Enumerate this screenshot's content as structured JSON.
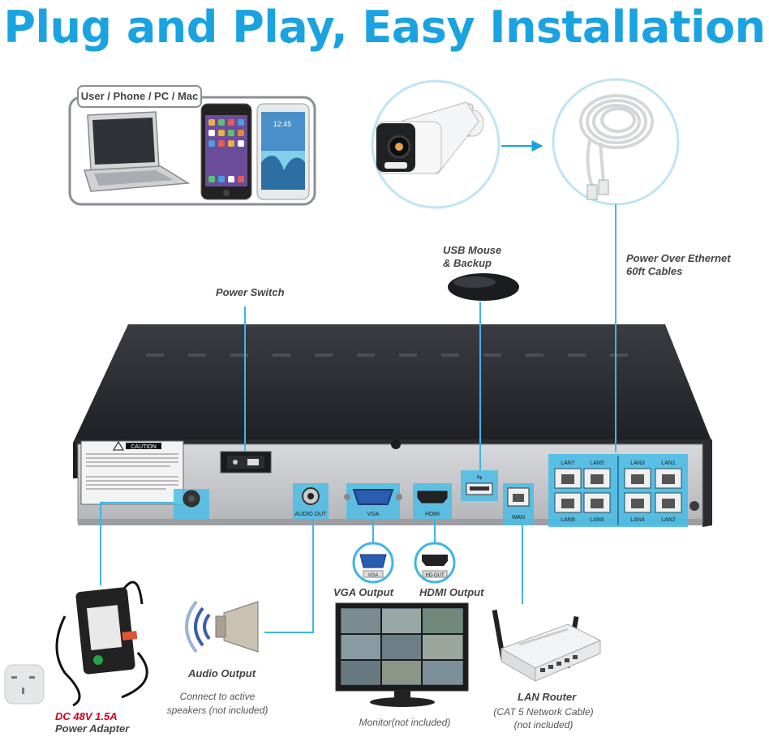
{
  "title": "Plug and Play, Easy Installation",
  "colors": {
    "accent": "#1aa3e0",
    "highlight": "#4bbde6",
    "nvr_body": "#2b2d33",
    "panel": "#c9cbcf",
    "warning_red": "#d0021b"
  },
  "devices_box": {
    "label": "User / Phone / PC / Mac",
    "phone_time": "12:45"
  },
  "labels": {
    "power_switch": "Power Switch",
    "usb_line1": "USB Mouse",
    "usb_line2": "& Backup",
    "poe_line1": "Power Over Ethernet",
    "poe_line2": "60ft Cables",
    "vga_output": "VGA Output",
    "hdmi_output": "HDMI Output",
    "audio_output": "Audio Output",
    "audio_sub_line1": "Connect to active",
    "audio_sub_line2": "speakers (not included)",
    "monitor": "Monitor(not included)",
    "lan_router": "LAN Router",
    "lan_sub_line1": "(CAT 5 Network Cable)",
    "lan_sub_line2": "(not included)",
    "power_spec": "DC 48V 1.5A",
    "power_adapter": "Power Adapter"
  },
  "ports": {
    "audio_out": "AUDIO OUT",
    "vga": "VGA",
    "hdmi": "HDMI",
    "wan": "WAN",
    "lan_top": [
      "LAN7",
      "LAN5",
      "LAN3",
      "LAN1"
    ],
    "lan_bottom": [
      "LAN8",
      "LAN6",
      "LAN4",
      "LAN2"
    ],
    "caution": "CAUTION",
    "vga_badge": "VGA",
    "hdmi_badge": "HD-OUT"
  }
}
